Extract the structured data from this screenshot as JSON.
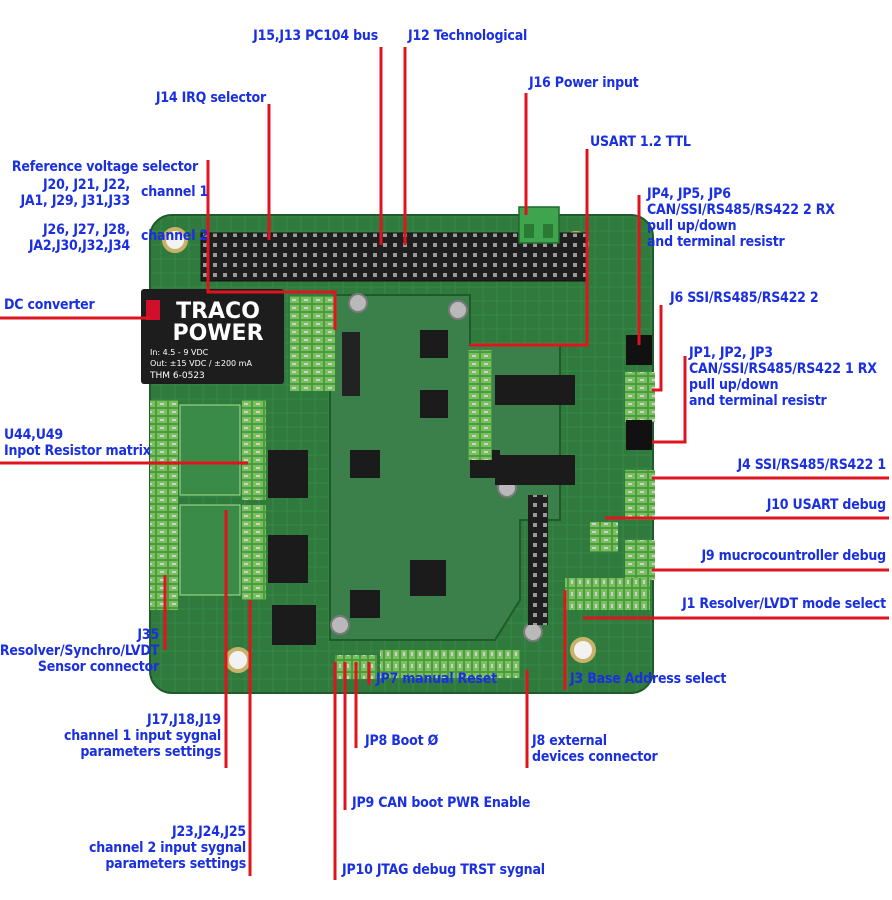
{
  "module": {
    "brand_line1": "TRACO",
    "brand_line2": "POWER",
    "spec_line1": "In: 4.5 - 9 VDC",
    "spec_line2": "Out: ±15 VDC / ±200 mA",
    "model": "THM 6-0523"
  },
  "colors": {
    "label_text": "#1a2fe0",
    "leader_line": "#e0141e",
    "pcb": "#2f7a3c",
    "connector": "#5cae4a"
  },
  "labels": {
    "j15_j13": [
      "J15,J13 PC104 bus"
    ],
    "j12": [
      "J12 Technological"
    ],
    "j16": [
      "J16 Power input"
    ],
    "j14": [
      "J14 IRQ selector"
    ],
    "usart_ttl": [
      "USART 1.2 TTL"
    ],
    "ref_voltage_title": [
      "Reference voltage selector"
    ],
    "ref_ch1_jumpers": [
      "J20, J21, J22,",
      "JA1, J29, J31,J33"
    ],
    "ref_ch1_name": [
      "channel 1"
    ],
    "ref_ch2_jumpers": [
      "J26, J27, J28,",
      "JA2,J30,J32,J34"
    ],
    "ref_ch2_name": [
      "channel 2"
    ],
    "jp4_jp6": [
      "JP4, JP5, JP6",
      "CAN/SSI/RS485/RS422 2  RX",
      "pull up/down",
      "and terminal resistr"
    ],
    "dc_converter": [
      "DC converter"
    ],
    "j6": [
      "J6  SSI/RS485/RS422 2"
    ],
    "jp1_jp3": [
      "JP1, JP2, JP3",
      "CAN/SSI/RS485/RS422 1  RX",
      "pull up/down",
      "and terminal resistr"
    ],
    "u44_u49": [
      "U44,U49",
      "Inpot Resistor matrix"
    ],
    "j4": [
      "J4 SSI/RS485/RS422 1"
    ],
    "j10": [
      "J10 USART debug"
    ],
    "j9": [
      "J9  mucrocountroller debug"
    ],
    "j1": [
      "J1 Resolver/LVDT mode select"
    ],
    "j35": [
      "J35",
      "Resolver/Synchro/LVDT",
      "Sensor connector"
    ],
    "jp7": [
      "JP7 manual Reset"
    ],
    "j3": [
      "J3 Base Address select"
    ],
    "j17_j19": [
      "J17,J18,J19",
      "channel 1 input sygnal",
      "parameters settings"
    ],
    "jp8": [
      "JP8 Boot Ø"
    ],
    "j8": [
      "J8 external",
      "devices connector"
    ],
    "jp9": [
      "JP9 CAN boot PWR Enable"
    ],
    "j23_j25": [
      "J23,J24,J25",
      "channel 2 input sygnal",
      "parameters settings"
    ],
    "jp10": [
      "JP10 JTAG debug TRST sygnal"
    ]
  }
}
